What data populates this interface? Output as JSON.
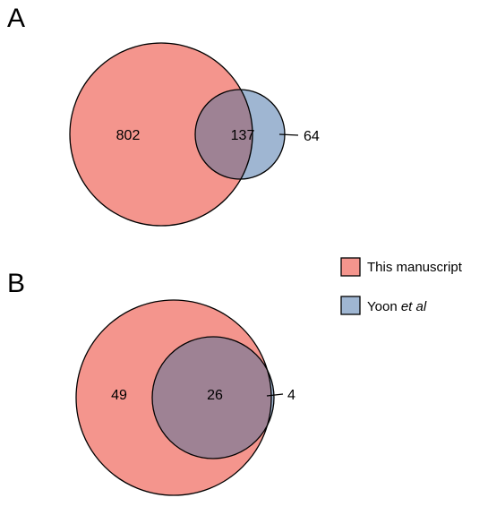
{
  "colors": {
    "set_a": "#f4958d",
    "set_b": "#9fb6d2",
    "overlap": "#9e8294",
    "outline": "#000000"
  },
  "legend": {
    "items": [
      {
        "label": "This manuscript",
        "color": "#f4958d"
      },
      {
        "label_plain": "Yoon ",
        "label_italic": "et al",
        "color": "#9fb6d2"
      }
    ]
  },
  "chart_data": [
    {
      "type": "venn",
      "panel": "A",
      "sets": [
        "This manuscript",
        "Yoon et al"
      ],
      "only_a": 802,
      "overlap": 137,
      "only_b": 64
    },
    {
      "type": "venn",
      "panel": "B",
      "sets": [
        "This manuscript",
        "Yoon et al"
      ],
      "only_a": 49,
      "overlap": 26,
      "only_b": 4
    }
  ]
}
